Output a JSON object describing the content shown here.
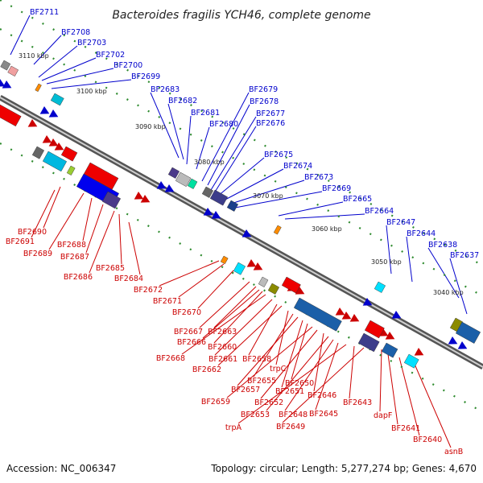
{
  "title": "Bacteroides fragilis YCH46, complete genome",
  "footer": {
    "accession": "Accession: NC_006347",
    "summary": "Topology: circular; Length: 5,277,274 bp; Genes: 4,670"
  },
  "colors": {
    "upper": "#0000cc",
    "lower": "#cc0000",
    "backbone": "#888888"
  },
  "kbp_labels": [
    "3110 kbp",
    "3100 kbp",
    "3090 kbp",
    "3080 kbp",
    "3070 kbp",
    "3060 kbp",
    "3050 kbp",
    "3040 kbp"
  ],
  "upper_genes": [
    "BF2711",
    "BF2708",
    "BF2703",
    "BF2702",
    "BF2700",
    "BF2699",
    "BF2683",
    "BF2682",
    "BF2681",
    "BF2680",
    "BF2679",
    "BF2678",
    "BF2677",
    "BF2676",
    "BF2675",
    "BF2674",
    "BF2673",
    "BF2669",
    "BF2665",
    "BF2664",
    "BF2647",
    "BF2644",
    "BF2638",
    "BF2637"
  ],
  "lower_genes": [
    "BF2690",
    "BF2691",
    "BF2689",
    "BF2688",
    "BF2687",
    "BF2686",
    "BF2685",
    "BF2684",
    "BF2672",
    "BF2671",
    "BF2670",
    "BF2667",
    "BF2663",
    "BF2666",
    "BF2660",
    "BF2668",
    "BF2661",
    "BF2658",
    "BF2662",
    "trpC",
    "BF2655",
    "BF2657",
    "BF2651",
    "BF2650",
    "BF2659",
    "BF2652",
    "BF2646",
    "BF2653",
    "BF2648",
    "BF2645",
    "BF2643",
    "dapF",
    "trpA",
    "BF2649",
    "BF2641",
    "BF2640",
    "asnB"
  ]
}
